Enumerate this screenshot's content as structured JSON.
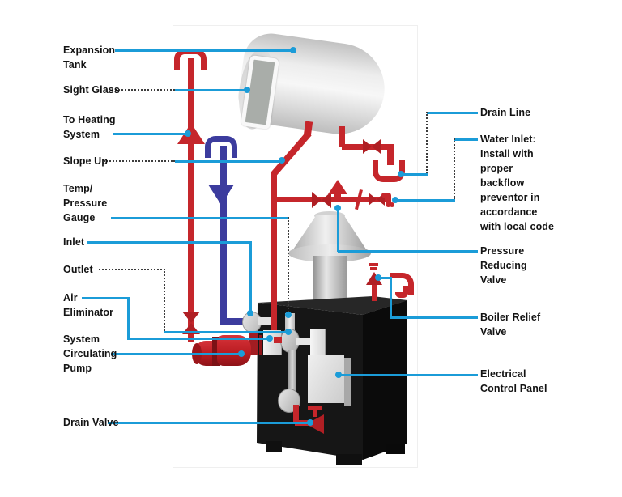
{
  "diagram_title": "Boiler piping and components diagram",
  "colors": {
    "leader_line": "#1b9cd8",
    "hot_water_pipe": "#c5262b",
    "return_pipe": "#3c3c9e",
    "boiler_body": "#161616",
    "tank_body": "#e2e2e2",
    "label_text": "#131313"
  },
  "labels_left": [
    {
      "id": "expansion-tank",
      "lines": [
        "Expansion",
        "Tank"
      ]
    },
    {
      "id": "sight-glass",
      "lines": [
        "Sight Glass"
      ]
    },
    {
      "id": "to-heating-system",
      "lines": [
        "To Heating",
        "System"
      ]
    },
    {
      "id": "slope-up",
      "lines": [
        "Slope Up"
      ]
    },
    {
      "id": "temp-pressure-gauge",
      "lines": [
        "Temp/",
        "Pressure",
        "Gauge"
      ]
    },
    {
      "id": "inlet",
      "lines": [
        "Inlet"
      ]
    },
    {
      "id": "outlet",
      "lines": [
        "Outlet"
      ]
    },
    {
      "id": "air-eliminator",
      "lines": [
        "Air",
        "Eliminator"
      ]
    },
    {
      "id": "system-circulating-pump",
      "lines": [
        "System",
        "Circulating",
        "Pump"
      ]
    },
    {
      "id": "drain-valve",
      "lines": [
        "Drain Valve"
      ]
    }
  ],
  "labels_right": [
    {
      "id": "drain-line",
      "lines": [
        "Drain Line"
      ]
    },
    {
      "id": "water-inlet",
      "lines": [
        "Water Inlet:",
        "Install with",
        "proper",
        "backflow",
        "preventor in",
        "accordance",
        "with local code"
      ]
    },
    {
      "id": "pressure-reducing-valve",
      "lines": [
        "Pressure",
        "Reducing",
        "Valve"
      ]
    },
    {
      "id": "boiler-relief-valve",
      "lines": [
        "Boiler Relief",
        "Valve"
      ]
    },
    {
      "id": "electrical-control-panel",
      "lines": [
        "Electrical",
        "Control Panel"
      ]
    }
  ]
}
